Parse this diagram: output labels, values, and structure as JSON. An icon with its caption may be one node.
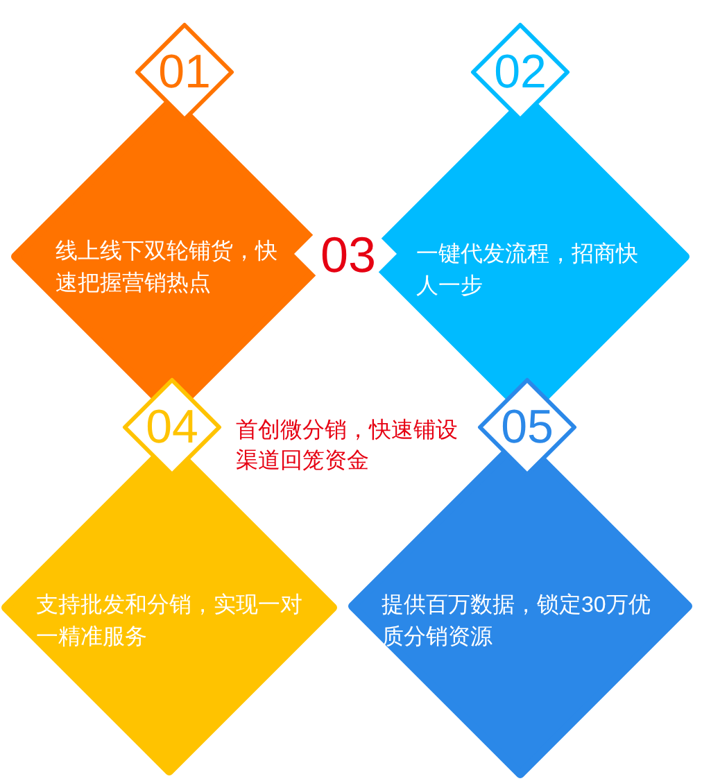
{
  "diagram": {
    "nodes": [
      {
        "text": [
          "01"
        ]
      },
      {
        "text": [
          "线上线下双轮铺货，快速把握营销热点"
        ]
      },
      {
        "text": [
          "02"
        ]
      },
      {
        "text": [
          "一键代发流程，招商快人一步"
        ]
      },
      {
        "text": [
          "04"
        ]
      },
      {
        "text": [
          "支持批发和分销，实现一对一精准服务"
        ]
      },
      {
        "text": [
          "05"
        ]
      },
      {
        "text": [
          "提供百万数据，锁定30万优质分销资源"
        ]
      }
    ],
    "labels": [
      "03",
      "首创微分销，快速铺设渠道回笼资金"
    ]
  }
}
